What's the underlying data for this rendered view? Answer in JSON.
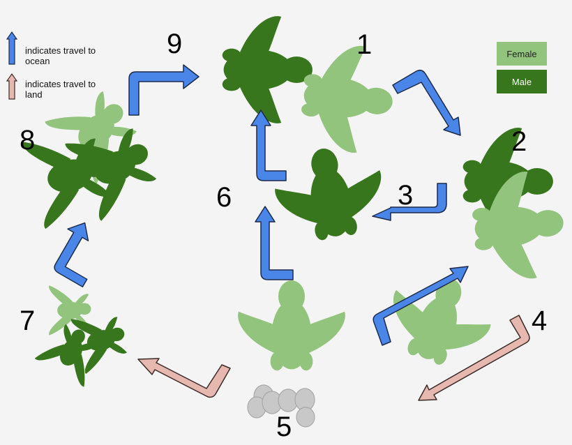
{
  "legend": {
    "ocean_text": "indicates travel to ocean",
    "land_text": "indicates travel to land",
    "ocean_color": "#4a86e8",
    "land_color": "#e6b8af"
  },
  "key": {
    "female_label": "Female",
    "male_label": "Male",
    "female_color": "#93c47d",
    "male_color": "#38761d"
  },
  "stages": {
    "s1": "1",
    "s2": "2",
    "s3": "3",
    "s4": "4",
    "s5": "5",
    "s6": "6",
    "s7": "7",
    "s8": "8",
    "s9": "9"
  }
}
